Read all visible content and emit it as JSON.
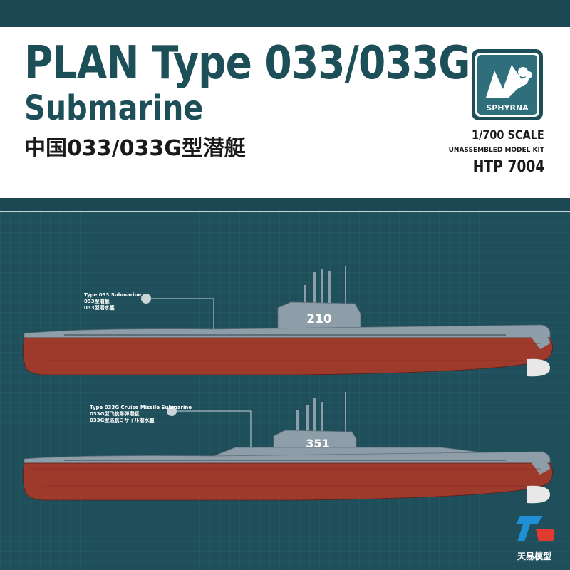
{
  "header": {
    "title_line1": "PLAN Type 033/033G",
    "title_line2": "Submarine",
    "title_cn": "中国033/033G型潜艇",
    "brand": "SPHYRNA",
    "scale": "1/700 SCALE",
    "kit_type": "UNASSEMBLED MODEL KIT",
    "product_code": "HTP 7004"
  },
  "submarines": [
    {
      "label_en": "Type 033 Submarine",
      "label_cn": "033型潜艇",
      "label_jp": "033型潜水艦",
      "hull_number": "210"
    },
    {
      "label_en": "Type 033G Cruise Missile Submarine",
      "label_cn": "033G型飞航导弹潜艇",
      "label_jp": "033G型巡航ミサイル潜水艦",
      "hull_number": "351"
    }
  ],
  "watermark": {
    "text": "天易模型"
  },
  "colors": {
    "teal": "#1f4f5b",
    "hull_red": "#9e3a2c",
    "deck_grey": "#8d9ea9",
    "title": "#1d4f59"
  }
}
